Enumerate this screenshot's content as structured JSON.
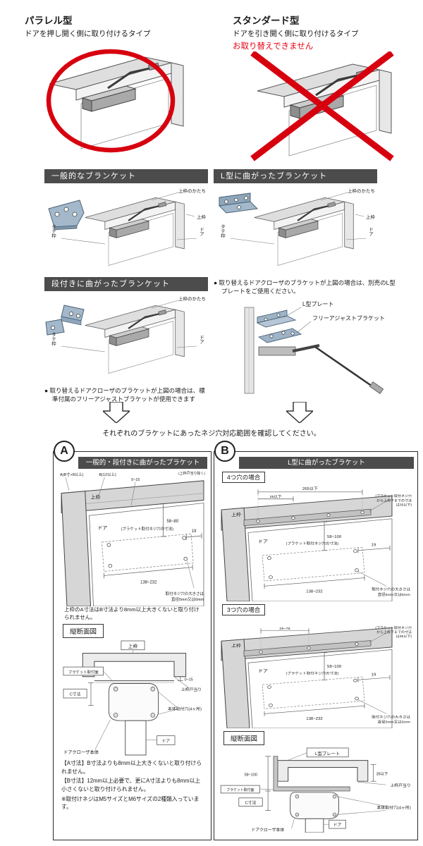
{
  "top": {
    "parallel": {
      "title": "パラレル型",
      "subtitle": "ドアを押し開く側に取り付けるタイプ"
    },
    "standard": {
      "title": "スタンダード型",
      "subtitle": "ドアを引き開く側に取り付けるタイプ",
      "warning": "お取り替えできません"
    }
  },
  "middle": {
    "left_bar1": "一般的なブランケット",
    "left_bar2": "段付きに曲がったブランケット",
    "left_note": "● 取り替えるドアクローザのブラケットが上図の場合は、標準付属のフリーアジャストブラケットが使用できます",
    "right_bar": "L型に曲がったブランケット",
    "right_note": "● 取り替えるドアクローザのブラケットが上図の場合は、別売のL型プレートをご使用ください。",
    "labels": {
      "top_shape": "上枠のかたち",
      "ue": "上枠",
      "tate": "タテ枠",
      "door": "ドア",
      "l_plate": "L型プレート",
      "free_adjust": "フリーアジャストブラケット"
    }
  },
  "check_note": "それぞれのブラケットにあったネジ穴対応範囲を確認してください。",
  "panelA": {
    "letter": "A",
    "header": "一般的・段付きに曲がったブラケット",
    "d": {
      "ue": "上枠",
      "corner_note": "(上枠戸当り除く)",
      "dimA": "A(B寸+8以上)",
      "dimB": "B(12以上)",
      "dim015": "0~15",
      "dim5880": "58~80",
      "dim19": "19",
      "door": "ドア",
      "zone": "(ブラケット取付ネジ穴の寸法)",
      "dim138": "138~232",
      "size1": "取付ネジ穴の大きさは",
      "size2": "直径5mm又は6mm"
    },
    "caption": "上枠のA寸法はB寸法より8mm以上大きくないと取り付けられません。",
    "section_label": "縦断面図",
    "cx": {
      "ue": "上枠",
      "dim015": "0~15",
      "c": "C寸法",
      "face": "ブラケット取付面",
      "stop": "上枠戸当り",
      "holes": "本体取付穴(4ヶ所)",
      "door": "ドア",
      "body": "ドアクローザ本体"
    },
    "notes": [
      "【A寸法】B寸法よりも8mm以上大きくないと取り付けられません。",
      "【B寸法】12mm以上必要で、更にA寸法よりも8mm以上小さくないと取り付けられません。",
      "※取付けネジはM5サイズとM6サイズの2種類入っています。"
    ]
  },
  "panelB": {
    "letter": "B",
    "header": "L型に曲がったブラケット",
    "case4": "4つ穴の場合",
    "case3": "3つ穴の場合",
    "d4": {
      "dim265": "265以下",
      "dim25": "25以下",
      "ue": "上枠",
      "dim58100": "58~100",
      "dim19": "19",
      "door": "ドア",
      "zone": "(ブラケット取付ネジ穴の寸法)",
      "dim138": "138~232",
      "size1": "取付ネジ穴の大きさは",
      "size2": "直径5mm又は6mm",
      "up1": "(ブラケット取付ネジ穴",
      "up2": "から上枠下までの寸法",
      "up3": "は35以下)"
    },
    "d3": {
      "dim2576": "25~76",
      "ue": "上枠",
      "dim58100": "58~100",
      "dim19": "19",
      "door": "ドア",
      "zone": "(ブラケット取付ネジ穴の寸法)",
      "dim138": "138~232",
      "size1": "取付ネジ穴の大きさは",
      "size2": "直径5mm又は6mm",
      "up1": "(ブラケット取付ネジ穴",
      "up2": "から上枠下までの寸法",
      "up3": "は35以下)"
    },
    "section_label": "縦断面図",
    "cx": {
      "l_plate": "L型プレート",
      "dim35": "35以下",
      "dim58100": "58~100",
      "c": "C寸法",
      "face": "ブラケット取付面",
      "stop": "上枠戸当り",
      "holes": "本体取付穴(4ヶ所)",
      "door": "ドア",
      "body": "ドアクローザ本体"
    }
  }
}
